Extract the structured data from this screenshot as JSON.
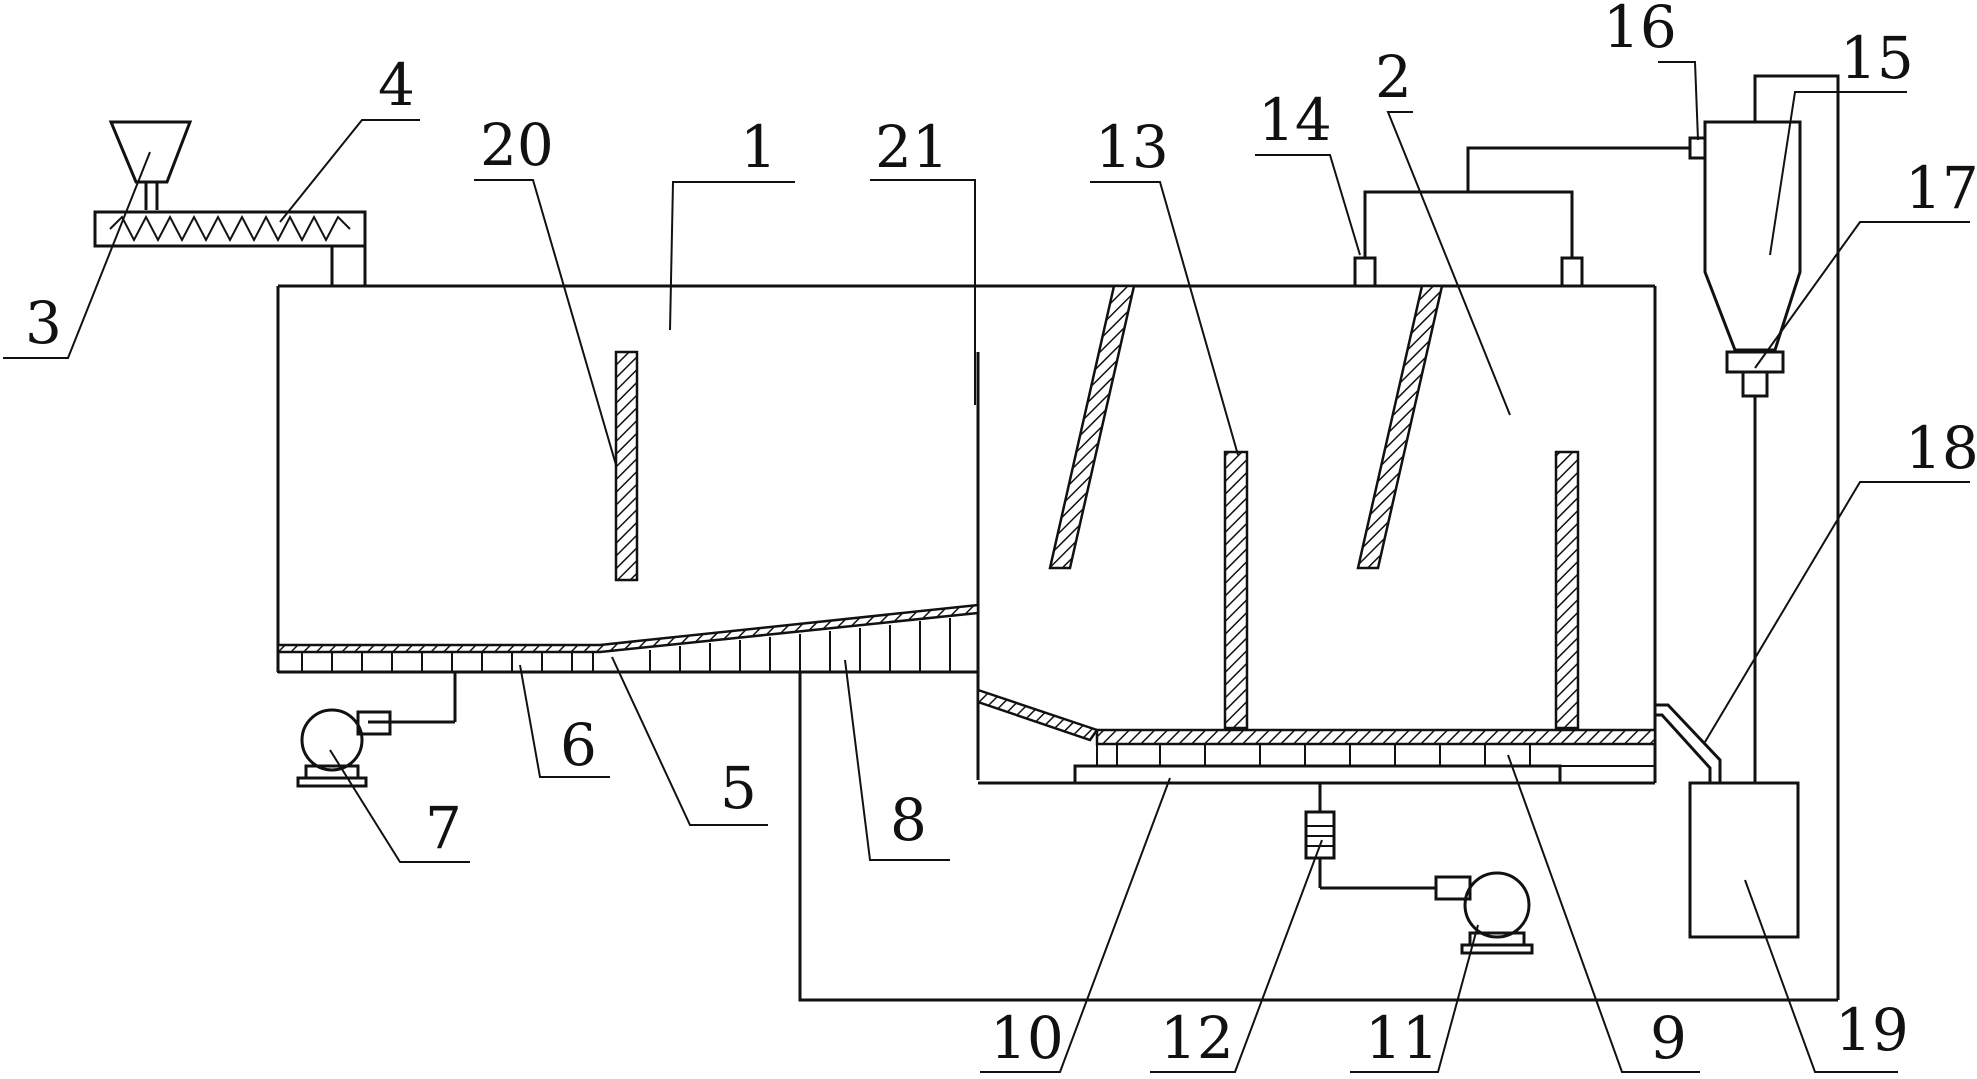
{
  "labels": {
    "l1": "1",
    "l2": "2",
    "l3": "3",
    "l4": "4",
    "l5": "5",
    "l6": "6",
    "l7": "7",
    "l8": "8",
    "l9": "9",
    "l10": "10",
    "l11": "11",
    "l12": "12",
    "l13": "13",
    "l14": "14",
    "l15": "15",
    "l16": "16",
    "l17": "17",
    "l18": "18",
    "l19": "19",
    "l20": "20",
    "l21": "21"
  },
  "colors": {
    "line": "#111111",
    "background": "#ffffff"
  }
}
